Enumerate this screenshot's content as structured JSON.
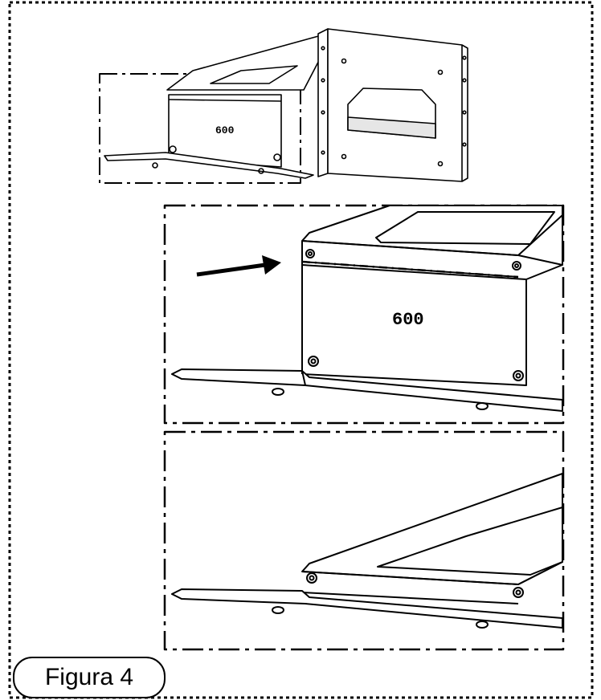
{
  "figure": {
    "caption": "Figura 4",
    "overview_panel_label": "600",
    "detail_panel_label": "600"
  },
  "colors": {
    "ink": "#000000",
    "paper": "#ffffff",
    "gray_fill": "#e6e6e6"
  }
}
